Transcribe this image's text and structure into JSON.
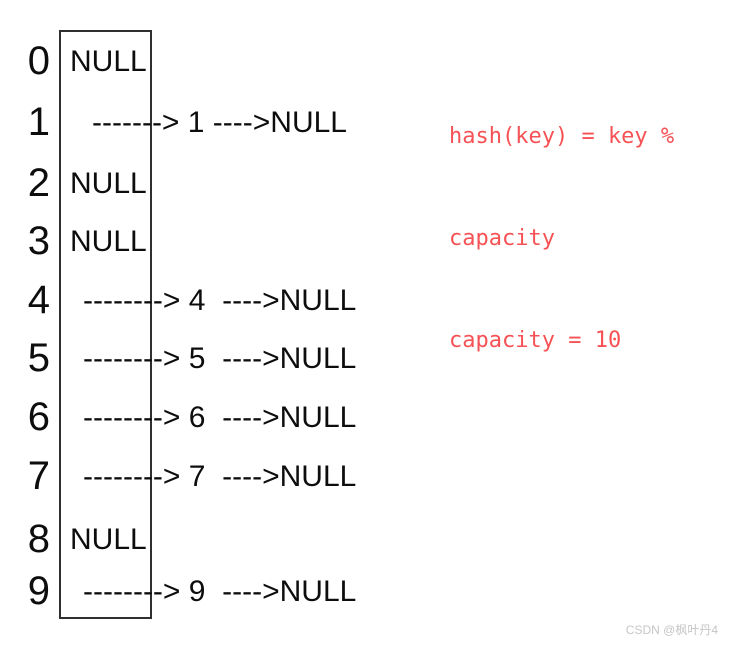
{
  "hash_table": {
    "capacity": "10",
    "buckets": [
      {
        "index": "0",
        "type": "empty",
        "content": "NULL"
      },
      {
        "index": "1",
        "type": "chain",
        "value": "1",
        "content": "-------> 1 ---->NULL"
      },
      {
        "index": "2",
        "type": "empty",
        "content": "NULL"
      },
      {
        "index": "3",
        "type": "empty",
        "content": "NULL"
      },
      {
        "index": "4",
        "type": "chain",
        "value": "4",
        "content": "--------> 4  ---->NULL"
      },
      {
        "index": "5",
        "type": "chain",
        "value": "5",
        "content": "--------> 5  ---->NULL"
      },
      {
        "index": "6",
        "type": "chain",
        "value": "6",
        "content": "--------> 6  ---->NULL"
      },
      {
        "index": "7",
        "type": "chain",
        "value": "7",
        "content": "--------> 7  ---->NULL"
      },
      {
        "index": "8",
        "type": "empty",
        "content": "NULL"
      },
      {
        "index": "9",
        "type": "chain",
        "value": "9",
        "content": "--------> 9  ---->NULL"
      }
    ]
  },
  "annotation": {
    "lines": [
      "hash(key) = key %",
      "capacity",
      "capacity = 10"
    ],
    "color": "#f65255"
  },
  "watermark": {
    "text": "CSDN @枫叶丹4",
    "color": "#c6c6c6"
  },
  "colors": {
    "background": "#ffffff",
    "text": "#0d0d0d",
    "box_border": "#2f2f2f"
  }
}
